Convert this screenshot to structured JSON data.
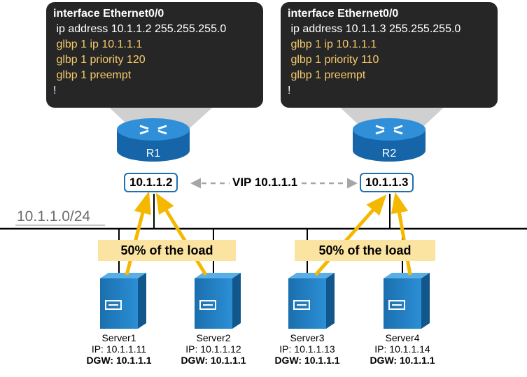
{
  "config_r1": {
    "header": "interface Ethernet0/0",
    "lines": [
      {
        "text": " ip address 10.1.1.2 255.255.255.0",
        "style": "plain"
      },
      {
        "text": " glbp 1 ip 10.1.1.1",
        "style": "glbp"
      },
      {
        "text": " glbp 1 priority 120",
        "style": "glbp"
      },
      {
        "text": " glbp 1 preempt",
        "style": "glbp"
      },
      {
        "text": "!",
        "style": "plain"
      }
    ]
  },
  "config_r2": {
    "header": "interface Ethernet0/0",
    "lines": [
      {
        "text": " ip address 10.1.1.3 255.255.255.0",
        "style": "plain"
      },
      {
        "text": " glbp 1 ip 10.1.1.1",
        "style": "glbp"
      },
      {
        "text": " glbp 1 priority 110",
        "style": "glbp"
      },
      {
        "text": " glbp 1 preempt",
        "style": "glbp"
      },
      {
        "text": "!",
        "style": "plain"
      }
    ]
  },
  "routers": [
    {
      "label": "R1",
      "ip": "10.1.1.2"
    },
    {
      "label": "R2",
      "ip": "10.1.1.3"
    }
  ],
  "vip_label": "VIP 10.1.1.1",
  "network_label": "10.1.1.0/24",
  "load_labels": [
    "50% of the load",
    "50% of the load"
  ],
  "servers": [
    {
      "name": "Server1",
      "ip": "IP: 10.1.1.11",
      "dgw": "DGW: 10.1.1.1"
    },
    {
      "name": "Server2",
      "ip": "IP: 10.1.1.12",
      "dgw": "DGW: 10.1.1.1"
    },
    {
      "name": "Server3",
      "ip": "IP: 10.1.1.13",
      "dgw": "DGW: 10.1.1.1"
    },
    {
      "name": "Server4",
      "ip": "IP: 10.1.1.14",
      "dgw": "DGW: 10.1.1.1"
    }
  ],
  "colors": {
    "config_bg": "#262626",
    "glbp_text": "#f5c96a",
    "router_blue": "#1e7fbf",
    "arrow": "#f5b800",
    "load_bg": "#fbe3a1",
    "ip_border": "#1f6fb3",
    "network_line": "#000000"
  }
}
